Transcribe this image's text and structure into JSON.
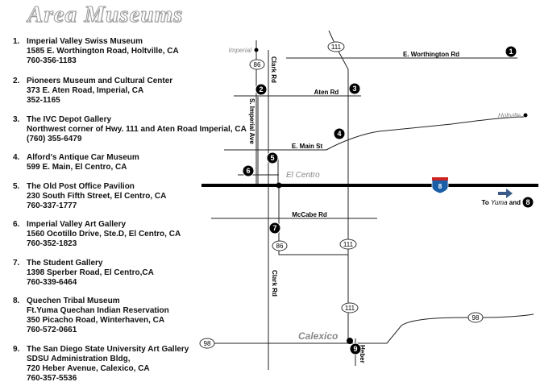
{
  "title": "Area Museums",
  "museums": [
    {
      "num": "1.",
      "lines": [
        "Imperial Valley Swiss Museum",
        "1585 E. Worthington Road, Holtville, CA",
        "760-356-1183"
      ]
    },
    {
      "num": "2.",
      "lines": [
        "Pioneers Museum and Cultural Center",
        "373 E. Aten Road, Imperial, CA",
        "352-1165"
      ]
    },
    {
      "num": "3.",
      "lines": [
        "The IVC Depot Gallery",
        "Northwest corner of Hwy. 111 and Aten Road Imperial, CA",
        "(760) 355-6479"
      ]
    },
    {
      "num": "4.",
      "lines": [
        "Alford's Antique Car Museum",
        "599 E. Main, El Centro, CA"
      ]
    },
    {
      "num": "5.",
      "lines": [
        "The Old Post Office Pavilion",
        "230 South Fifth Street, El Centro, CA",
        "760-337-1777"
      ]
    },
    {
      "num": "6.",
      "lines": [
        "Imperial Valley Art Gallery",
        "1560 Ocotillo Drive, Ste.D, El Centro, CA",
        "760-352-1823"
      ]
    },
    {
      "num": "7.",
      "lines": [
        "The Student Gallery",
        "1398 Sperber Road, El Centro,CA",
        "760-339-6464"
      ]
    },
    {
      "num": "8.",
      "lines": [
        "Quechen Tribal Museum",
        "Ft.Yuma Quechan Indian Reservation",
        "350 Picacho Road, Winterhaven, CA",
        "760-572-0661"
      ]
    },
    {
      "num": "9.",
      "lines": [
        "The San Diego State University Art Gallery",
        "SDSU Administration Bldg,",
        "720 Heber Avenue, Calexico, CA",
        "760-357-5536"
      ]
    }
  ],
  "map": {
    "roads": {
      "worthington": "E. Worthington Rd",
      "aten": "Aten Rd",
      "main": "E. Main St",
      "mccabe": "McCabe Rd",
      "clark_north": "Clark Rd",
      "clark_south": "Clark Rd",
      "imperial_ave": "S. Imperial Ave",
      "heber": "Heber"
    },
    "towns": {
      "imperial": "Imperial",
      "holtville": "Holtville",
      "el_centro": "El Centro",
      "calexico": "Calexico"
    },
    "shields": {
      "hwy86_north": "86",
      "hwy86_south": "86",
      "hwy111_north": "111",
      "hwy111_mid": "111",
      "hwy111_south": "111",
      "hwy98_west": "98",
      "hwy98_east": "98",
      "i8": "8"
    },
    "markers": [
      "1",
      "2",
      "3",
      "4",
      "5",
      "6",
      "7",
      "8",
      "9"
    ],
    "to_yuma": {
      "prefix": "To ",
      "place": "Yuma",
      "suffix": " and"
    },
    "colors": {
      "interstate_red": "#cc2222",
      "interstate_blue": "#1a5ea8",
      "arrow": "#3a5a8a",
      "town_gray": "#888888"
    }
  }
}
